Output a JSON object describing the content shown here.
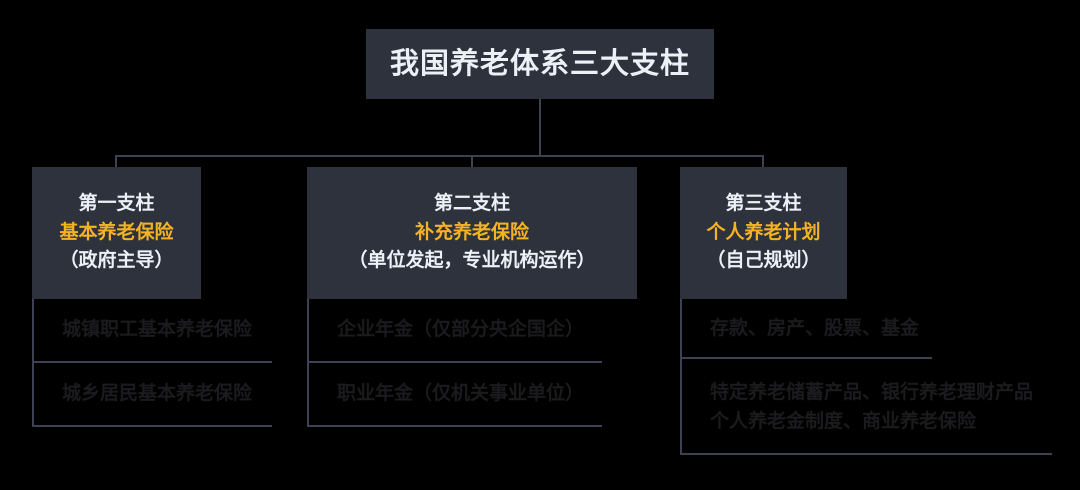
{
  "title": {
    "text": "我国养老体系三大支柱"
  },
  "colors": {
    "background": "#000000",
    "box_fill": "#2E323D",
    "primary_text": "#EDF0F7",
    "accent": "#F5B324",
    "line": "#3D4152",
    "subitem_text": "#1B1B1D"
  },
  "pillars": [
    {
      "heading": "第一支柱",
      "name": "基本养老保险",
      "note": "（政府主导）",
      "items": [
        "城镇职工基本养老保险",
        "城乡居民基本养老保险"
      ]
    },
    {
      "heading": "第二支柱",
      "name": "补充养老保险",
      "note": "（单位发起，专业机构运作）",
      "items": [
        "企业年金（仅部分央企国企）",
        "职业年金（仅机关事业单位）"
      ]
    },
    {
      "heading": "第三支柱",
      "name": "个人养老计划",
      "note": "（自己规划）",
      "items": [
        "存款、房产、股票、基金",
        "特定养老储蓄产品、银行养老理财产品",
        "个人养老金制度、商业养老保险"
      ]
    }
  ]
}
